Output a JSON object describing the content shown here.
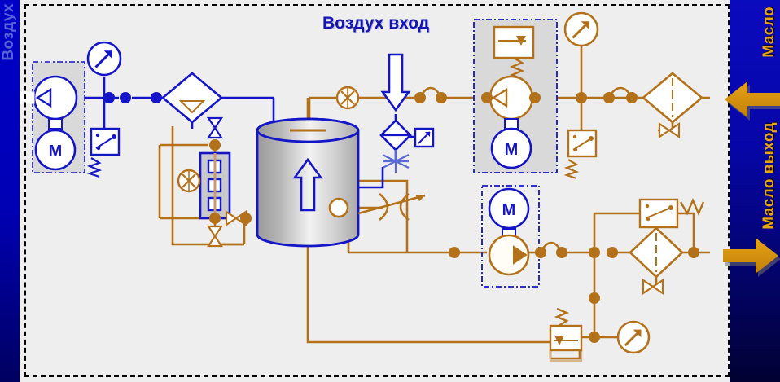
{
  "diagram": {
    "type": "hydraulic-pneumatic-pid",
    "title_air_inlet": "Воздух вход",
    "label_oil_top": "Масло",
    "label_oil_outlet": "Масло выход",
    "label_air_left": "Воздух",
    "canvas_bg": "#eeeeee",
    "panel_blue": "#0000c8",
    "accent_orange": "#b37119",
    "accent_blue": "#1515c8",
    "label_gold": "#e8a317"
  },
  "components": {
    "air_pump": {
      "name": "Воздушный насос",
      "motor_label": "M",
      "symbol": "pump-left"
    },
    "air_motor": {
      "label": "M"
    },
    "air_gauge": {
      "name": "Манометр",
      "symbol": "gauge"
    },
    "air_pressure_switch": {
      "name": "Реле давления",
      "symbol": "pressure-switch"
    },
    "air_filter": {
      "name": "Фильтр воздуха",
      "symbol": "filter-diamond"
    },
    "tank": {
      "name": "Ресивер",
      "symbol": "vessel",
      "arrow": "up"
    },
    "level_gauge": {
      "name": "Указатель уровня",
      "cells": 3
    },
    "valve_top": {
      "symbol": "valve-bowtie-vertical"
    },
    "valve_bottom": {
      "symbol": "valve-bowtie-vertical"
    },
    "valve_drain": {
      "symbol": "valve-bowtie-horizontal"
    },
    "cross_valve_left": {
      "symbol": "cross-circle-valve"
    },
    "cross_valve_top": {
      "symbol": "cross-circle-valve"
    },
    "air_inlet_arrow": {
      "direction": "down",
      "color": "#1515c8"
    },
    "inlet_filter": {
      "symbol": "filter-diamond-small"
    },
    "indicator_box": {
      "symbol": "diagonal-indicator"
    },
    "throttle_inlet": {
      "symbol": "restrictor-star"
    },
    "throttle_main": {
      "symbol": "adjustable-restrictor",
      "arrow": true
    },
    "oil_pump_1": {
      "name": "Масляный насос 1",
      "motor_label": "M",
      "symbol": "pump-left"
    },
    "relief_valve_1": {
      "name": "Предохранительный клапан",
      "symbol": "relief-valve-spring"
    },
    "oil_gauge_1": {
      "symbol": "gauge"
    },
    "oil_pressure_switch_1": {
      "symbol": "pressure-switch"
    },
    "oil_filter_1": {
      "name": "Масляный фильтр",
      "symbol": "filter-diamond"
    },
    "drain_valve_1": {
      "symbol": "valve-bowtie-horizontal"
    },
    "oil_pump_2": {
      "name": "Масляный насос 2",
      "motor_label": "M",
      "symbol": "pump-right"
    },
    "diff_switch_2": {
      "symbol": "pressure-switch"
    },
    "oil_filter_2": {
      "name": "Масляный фильтр",
      "symbol": "filter-diamond"
    },
    "drain_valve_2": {
      "symbol": "valve-bowtie-horizontal"
    },
    "relief_valve_2": {
      "name": "Предохранительный клапан",
      "symbol": "relief-valve-spring"
    },
    "oil_gauge_2": {
      "symbol": "gauge"
    }
  }
}
